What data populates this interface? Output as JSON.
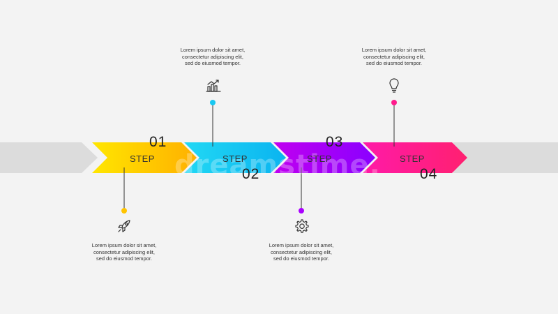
{
  "colors": {
    "background": "#f3f3f3",
    "band": "#dcdcdc",
    "step1": "#ffc400",
    "step2": "#18c8f2",
    "step3": "#aa00ff",
    "step4": "#ff1a8c",
    "line": "#333333"
  },
  "watermark": "dreamstime.",
  "steps": [
    {
      "number": "01",
      "label": "STEP",
      "icon": "rocket-icon",
      "description": [
        "Lorem ipsum dolor sit amet,",
        "consectetur adipiscing elit,",
        "sed do eiusmod tempor."
      ]
    },
    {
      "number": "02",
      "label": "STEP",
      "icon": "chart-icon",
      "description": [
        "Lorem ipsum dolor sit amet,",
        "consectetur adipiscing elit,",
        "sed do eiusmod tempor."
      ]
    },
    {
      "number": "03",
      "label": "STEP",
      "icon": "gear-icon",
      "description": [
        "Lorem ipsum dolor sit amet,",
        "consectetur adipiscing elit,",
        "sed do eiusmod tempor."
      ]
    },
    {
      "number": "04",
      "label": "STEP",
      "icon": "lightbulb-icon",
      "description": [
        "Lorem ipsum dolor sit amet,",
        "consectetur adipiscing elit,",
        "sed do eiusmod tempor."
      ]
    }
  ]
}
